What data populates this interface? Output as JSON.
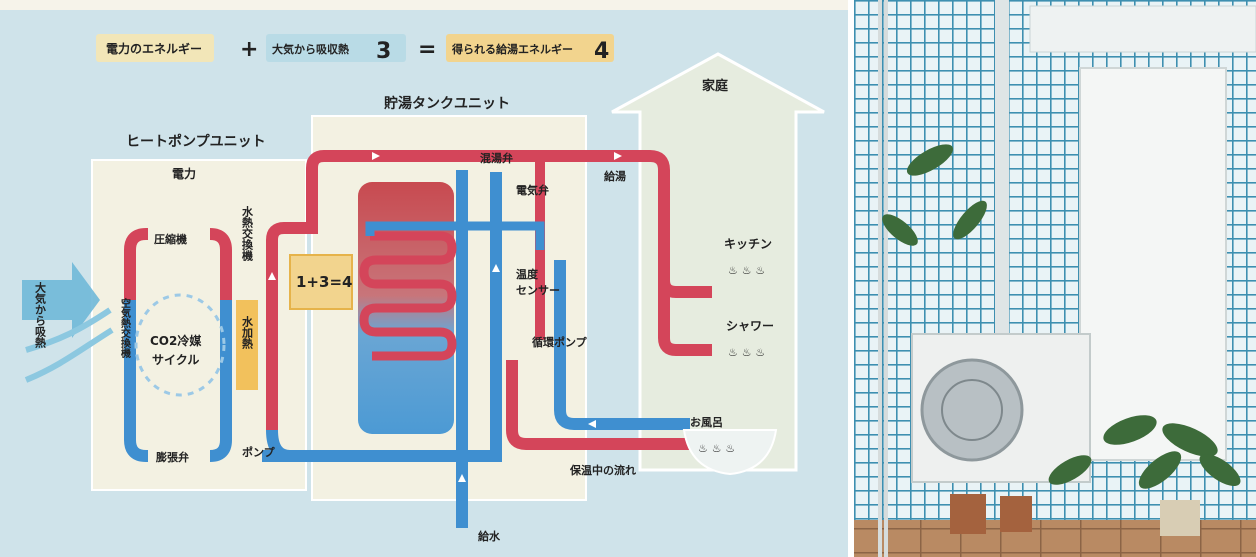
{
  "equation": {
    "term1": "電力のエネルギー",
    "plus": "+",
    "term2": "大気から吸収熱",
    "term2_num": "3",
    "equals": "=",
    "result": "得られる給湯エネルギー",
    "result_num": "4"
  },
  "heat_pump": {
    "title": "ヒートポンプユニット",
    "power": "電力",
    "compressor": "圧縮機",
    "expansion_valve": "膨張弁",
    "air_exchanger": "空気熱交換機",
    "cycle_line1": "CO2冷媒",
    "cycle_line2": "サイクル",
    "air_intake": "大気から吸熱"
  },
  "exchange": {
    "water_exchanger": "水熱交換機",
    "water_heating": "水加熱",
    "pump": "ポンプ",
    "formula": "1+3=4"
  },
  "tank": {
    "title": "貯湯タンクユニット",
    "mixing_valve": "混湯弁",
    "electric_valve": "電気弁",
    "temp_sensor_line1": "温度",
    "temp_sensor_line2": "センサー",
    "circulation_pump": "循環ポンプ",
    "supply_water": "給水",
    "keep_warm_flow": "保温中の流れ"
  },
  "home": {
    "title": "家庭",
    "hot_water_supply": "給湯",
    "kitchen": "キッチン",
    "shower": "シャワー",
    "bath": "お風呂"
  },
  "colors": {
    "background": "#cfe3ea",
    "hot_pipe": "#d4455a",
    "cold_pipe": "#3f8fd0",
    "panel": "#f3f1e2",
    "tank_hot": "#c84a50",
    "tank_cold": "#4c9ad4",
    "accent_yellow": "#f2c15c"
  }
}
